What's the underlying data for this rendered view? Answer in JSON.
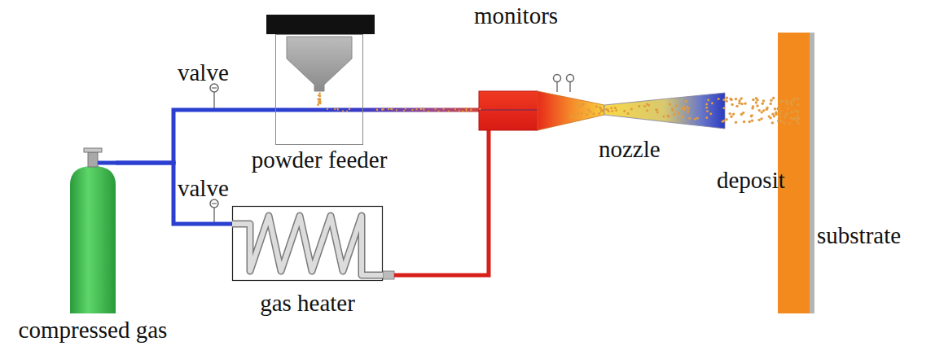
{
  "diagram": {
    "nodes": [
      {
        "text": [
          "compressed gas"
        ]
      },
      {
        "text": [
          "powder feeder"
        ]
      },
      {
        "text": [
          "gas heater"
        ]
      }
    ],
    "edges": [
      {
        "from": 0,
        "to": 1,
        "arrow": "none"
      },
      {
        "from": 0,
        "to": 2,
        "arrow": "none"
      }
    ],
    "labels": [
      "valve",
      "valve",
      "monitors",
      "nozzle",
      "deposit",
      "substrate"
    ]
  }
}
